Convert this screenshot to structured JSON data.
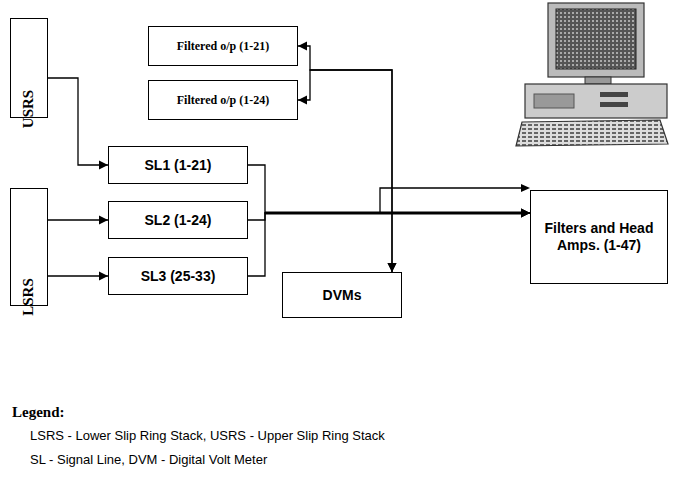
{
  "diagram": {
    "nodes": [
      {
        "text": [
          "USRS"
        ]
      },
      {
        "text": [
          "Filtered o/p (1-21)"
        ]
      },
      {
        "text": [
          "Filtered o/p (1-24)"
        ]
      },
      {
        "text": [
          "LSRS"
        ]
      },
      {
        "text": [
          "SL1 (1-21)"
        ]
      },
      {
        "text": [
          "SL2 (1-24)"
        ]
      },
      {
        "text": [
          "SL3 (25-33)"
        ]
      },
      {
        "text": [
          "DVMs"
        ]
      },
      {
        "text": [
          "Filters and Head Amps. (1-47)"
        ]
      }
    ],
    "edges": [
      {
        "from": 0,
        "to": 4,
        "arrow": "to"
      },
      {
        "from": 3,
        "to": 5,
        "arrow": "to"
      },
      {
        "from": 3,
        "to": 6,
        "arrow": "to"
      },
      {
        "from": 4,
        "to": 8,
        "arrow": "to"
      },
      {
        "from": 5,
        "to": 8,
        "arrow": "to"
      },
      {
        "from": 6,
        "to": 8,
        "arrow": "to"
      },
      {
        "from": 1,
        "to": 7,
        "arrow": "both"
      },
      {
        "from": 2,
        "to": 7,
        "arrow": "both"
      }
    ],
    "labels": [
      "Legend:",
      "LSRS - Lower Slip Ring Stack, USRS - Upper Slip Ring Stack",
      "SL - Signal Line, DVM - Digital Volt Meter"
    ]
  }
}
